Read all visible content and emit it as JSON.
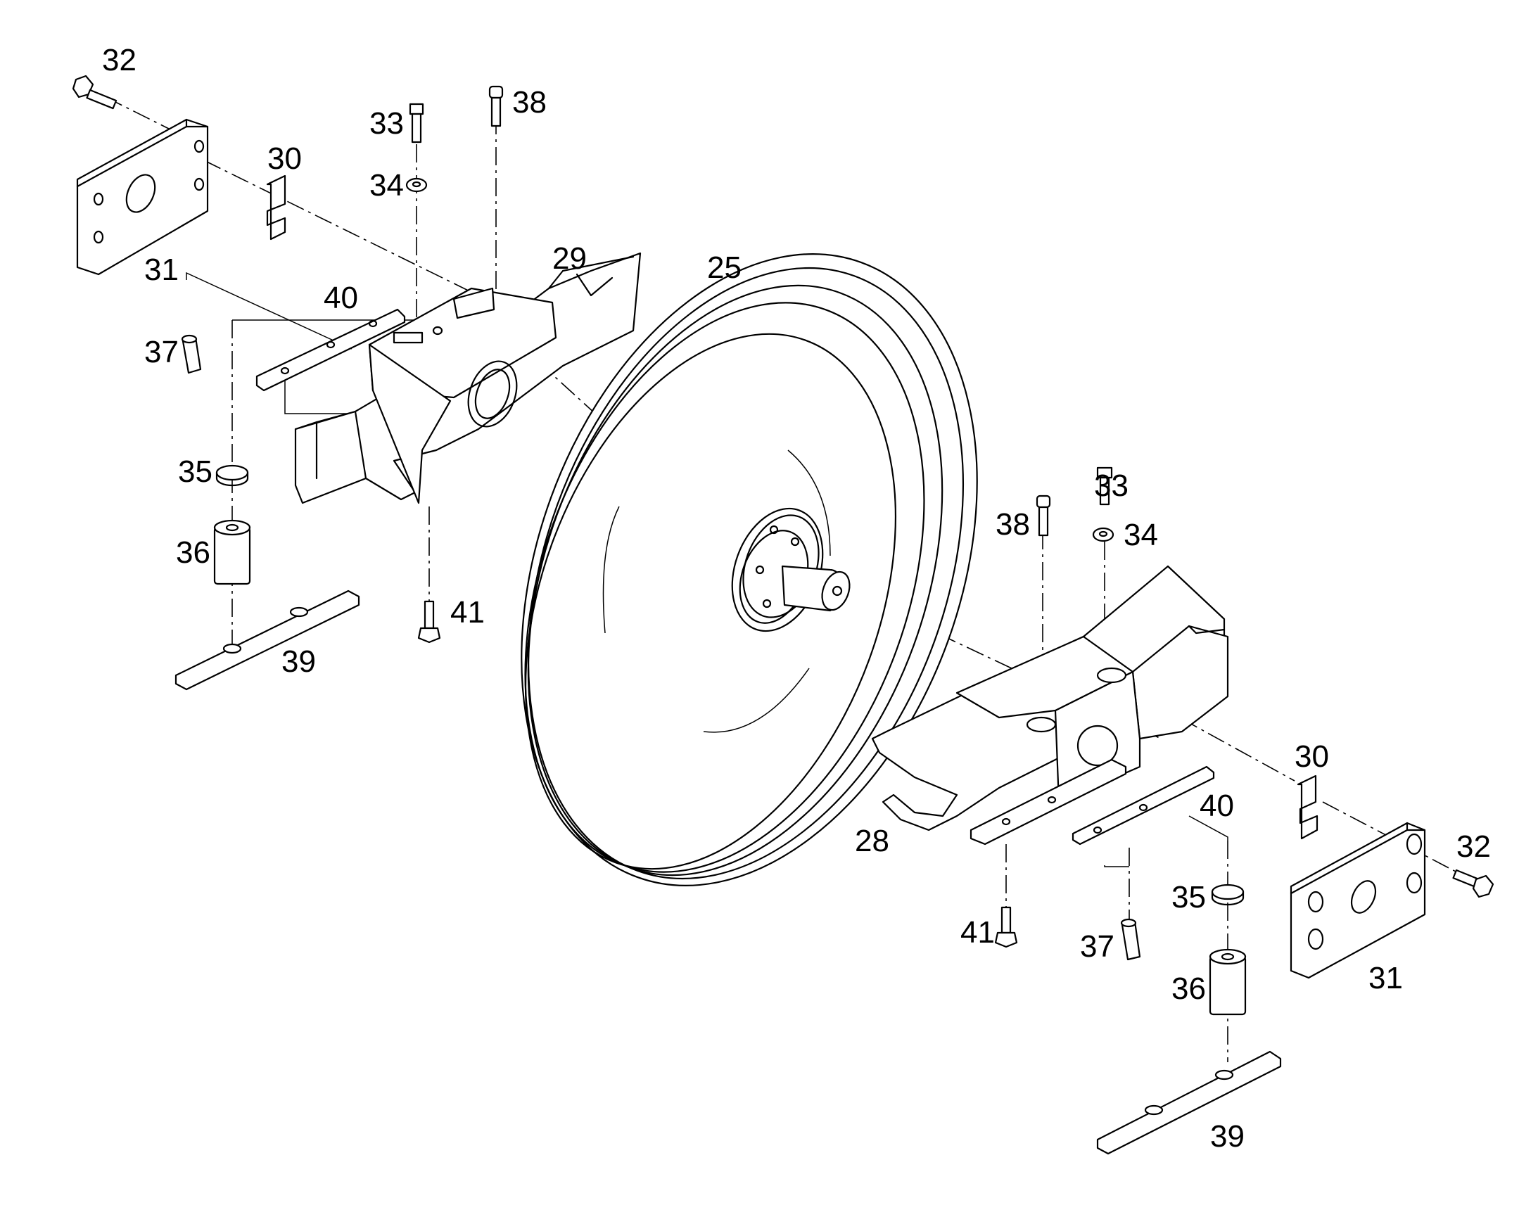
{
  "part_labels": {
    "l25": "25",
    "l28": "28",
    "l29": "29",
    "l30a": "30",
    "l30b": "30",
    "l31a": "31",
    "l31b": "31",
    "l32a": "32",
    "l32b": "32",
    "l33a": "33",
    "l33b": "33",
    "l34a": "34",
    "l34b": "34",
    "l35a": "35",
    "l35b": "35",
    "l36a": "36",
    "l36b": "36",
    "l37a": "37",
    "l37b": "37",
    "l38a": "38",
    "l38b": "38",
    "l39a": "39",
    "l39b": "39",
    "l40a": "40",
    "l40b": "40",
    "l41a": "41",
    "l41b": "41"
  }
}
